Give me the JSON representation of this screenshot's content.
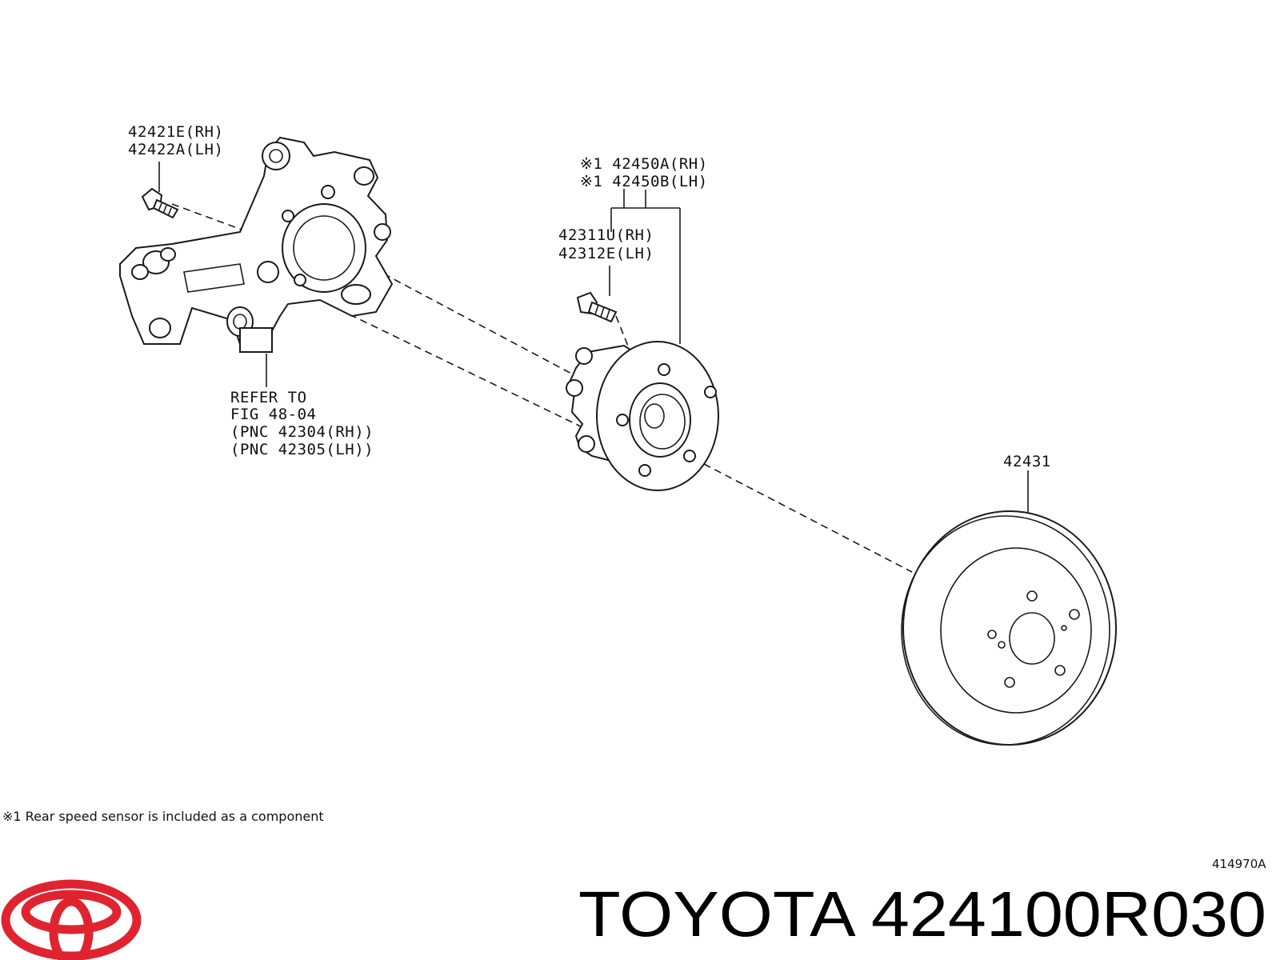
{
  "callouts": {
    "bolt_top": [
      "42421E(RH)",
      "42422A(LH)"
    ],
    "hub_assembly": [
      "※1 42450A(RH)",
      "※1 42450B(LH)"
    ],
    "hub_bolt": [
      "42311U(RH)",
      "42312E(LH)"
    ],
    "knuckle_ref": [
      "REFER TO",
      "FIG 48-04",
      "(PNC 42304(RH))",
      "(PNC 42305(LH))"
    ],
    "disc": "42431"
  },
  "footnote": "※1 Rear speed sensor is included as a component",
  "figure_id": "414970A",
  "title": "TOYOTA 424100R030",
  "colors": {
    "logo_red": "#e0242f",
    "line": "#1a1a1a"
  }
}
